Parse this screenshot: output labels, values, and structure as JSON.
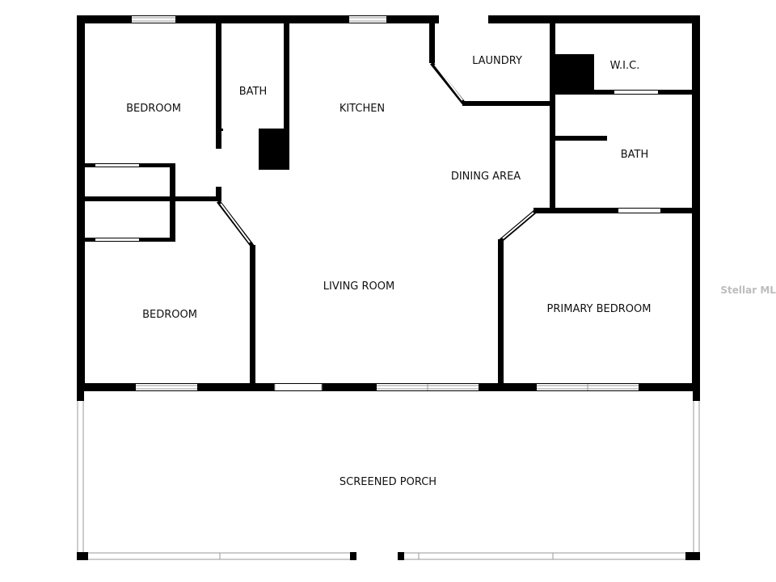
{
  "rooms": {
    "bedroom_1": "BEDROOM",
    "bath_1": "BATH",
    "kitchen": "KITCHEN",
    "laundry": "LAUNDRY",
    "wic": "W.I.C.",
    "bath_2": "BATH",
    "dining_area": "DINING AREA",
    "living_room": "LIVING ROOM",
    "bedroom_2": "BEDROOM",
    "primary_bedroom": "PRIMARY BEDROOM",
    "screened_porch": "SCREENED PORCH"
  },
  "watermark": "Stellar MLS",
  "colors": {
    "wall": "#000000",
    "background": "#ffffff",
    "window": "#9a9a9a",
    "watermark": "#bdbdbd"
  }
}
